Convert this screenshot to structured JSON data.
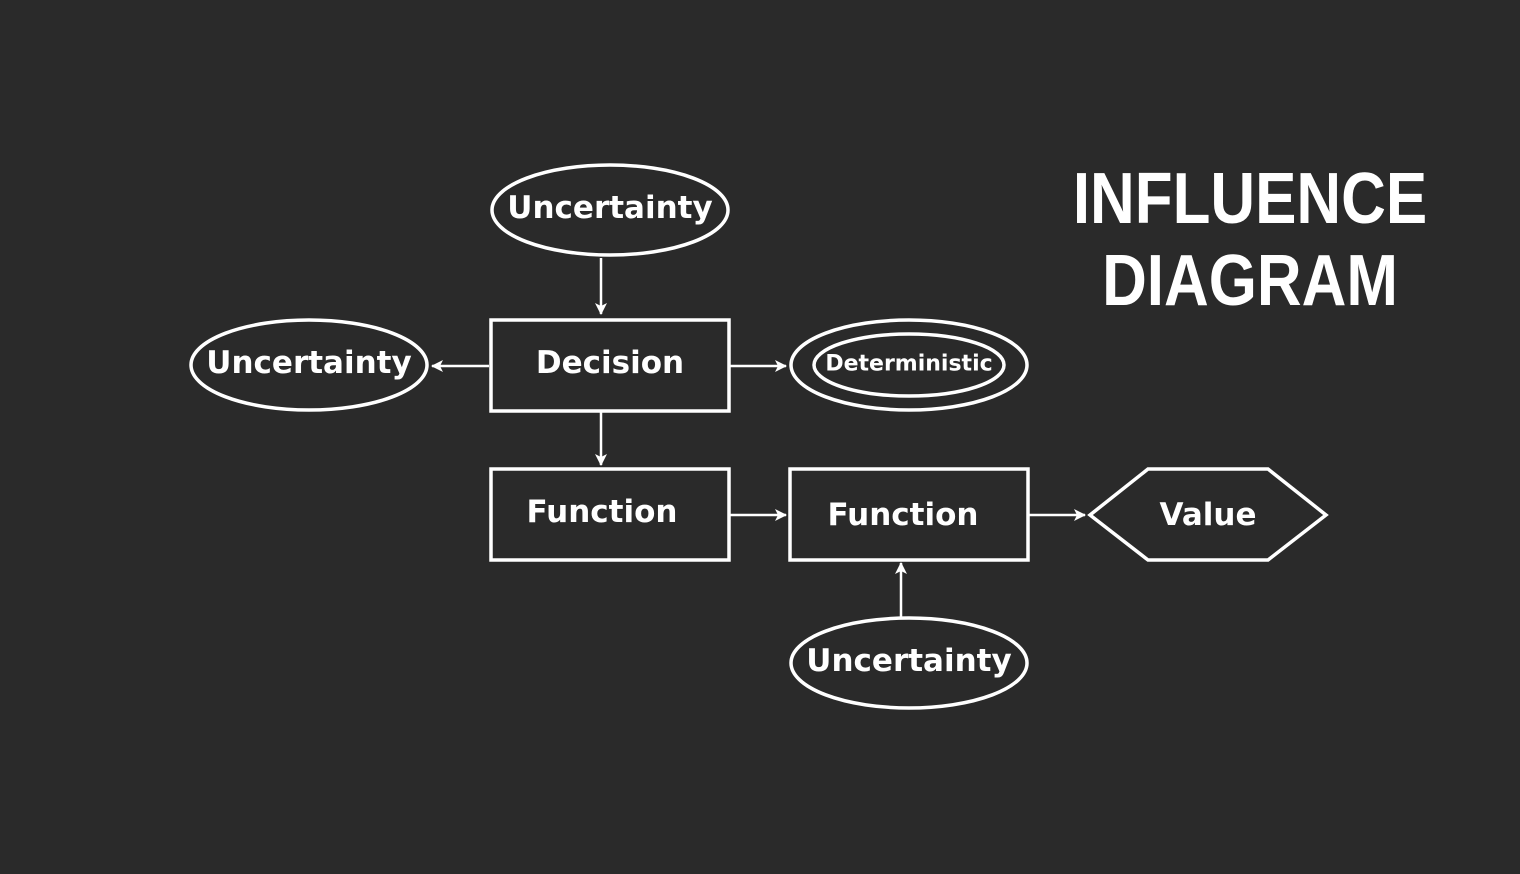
{
  "title": {
    "line1": "INFLUENCE",
    "line2": "DIAGRAM"
  },
  "nodes": {
    "uncertainty_top": "Uncertainty",
    "uncertainty_left": "Uncertainty",
    "decision": "Decision",
    "deterministic": "Deterministic",
    "function_left": "Function",
    "function_right": "Function",
    "value": "Value",
    "uncertainty_bottom": "Uncertainty"
  },
  "colors": {
    "background": "#2a2a2a",
    "stroke": "#ffffff",
    "text": "#ffffff"
  }
}
